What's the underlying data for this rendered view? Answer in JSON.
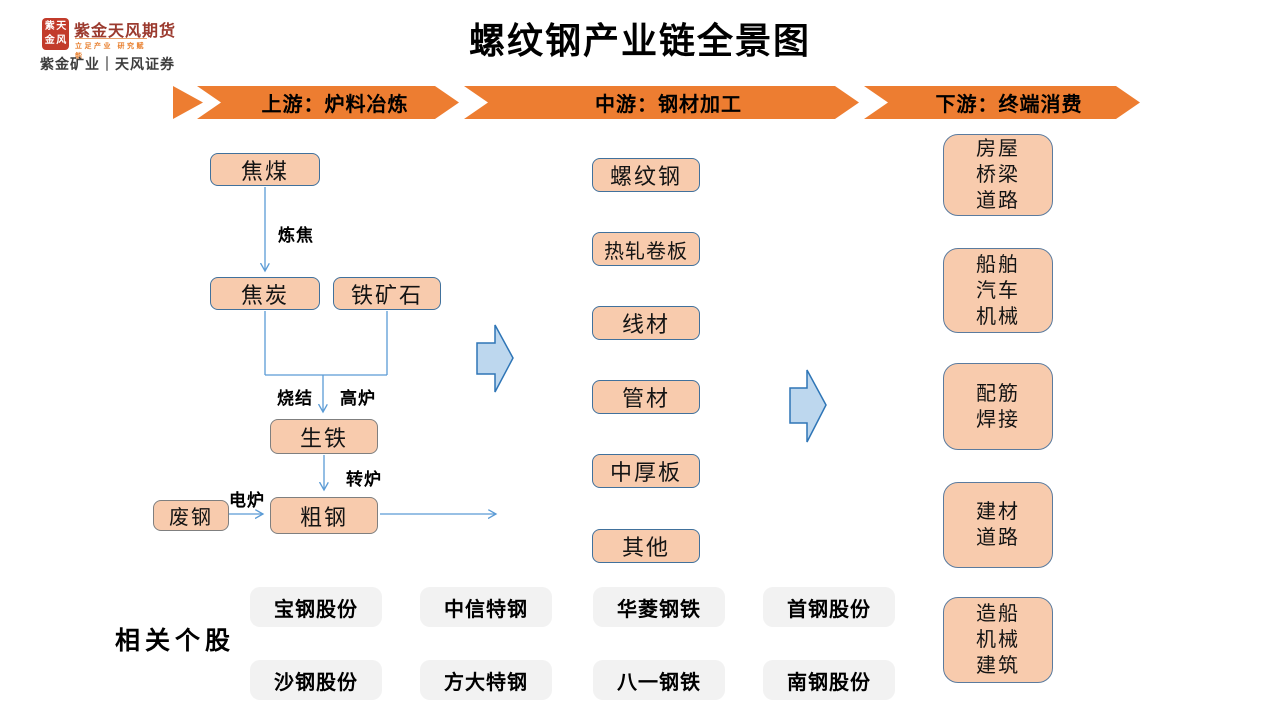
{
  "logo": {
    "seal_chars": [
      "紫",
      "天",
      "金",
      "风"
    ],
    "brand": "紫金天风期货",
    "slogan": "立足产业 研究赋能",
    "partners": "紫金矿业｜天风证券"
  },
  "title": "螺纹钢产业链全景图",
  "banner": {
    "upstream": "上游：炉料冶炼",
    "midstream": "中游：钢材加工",
    "downstream": "下游：终端消费"
  },
  "flow": {
    "nodes": {
      "coking_coal": "焦煤",
      "coke": "焦炭",
      "iron_ore": "铁矿石",
      "pig_iron": "生铁",
      "crude_steel": "粗钢",
      "scrap_steel": "废钢"
    },
    "edges": {
      "coking": "炼焦",
      "sintering": "烧结",
      "blast_furnace": "高炉",
      "converter": "转炉",
      "electric_furnace": "电炉"
    }
  },
  "products": [
    "螺纹钢",
    "热轧卷板",
    "线材",
    "管材",
    "中厚板",
    "其他"
  ],
  "end_uses": [
    "房屋\n桥梁\n道路",
    "船舶\n汽车\n机械",
    "配筋\n焊接",
    "建材\n道路",
    "造船\n机械\n建筑"
  ],
  "stocks": {
    "section_label": "相关个股",
    "row1": [
      "宝钢股份",
      "中信特钢",
      "华菱钢铁",
      "首钢股份"
    ],
    "row2": [
      "沙钢股份",
      "方大特钢",
      "八一钢铁",
      "南钢股份"
    ]
  },
  "colors": {
    "banner_orange": "#ED7D31",
    "node_fill": "#F8CBAD",
    "node_border_blue": "#41719C",
    "node_border_gray": "#7F7F7F",
    "connector_blue": "#5B9BD5",
    "block_arrow_fill": "#BDD7EE",
    "block_arrow_border": "#2E75B6",
    "stock_pill_bg": "#F2F2F2",
    "logo_seal_red": "#C23B2B",
    "brand_text_red": "#9B3A2E",
    "slogan_orange": "#E87D2A"
  }
}
